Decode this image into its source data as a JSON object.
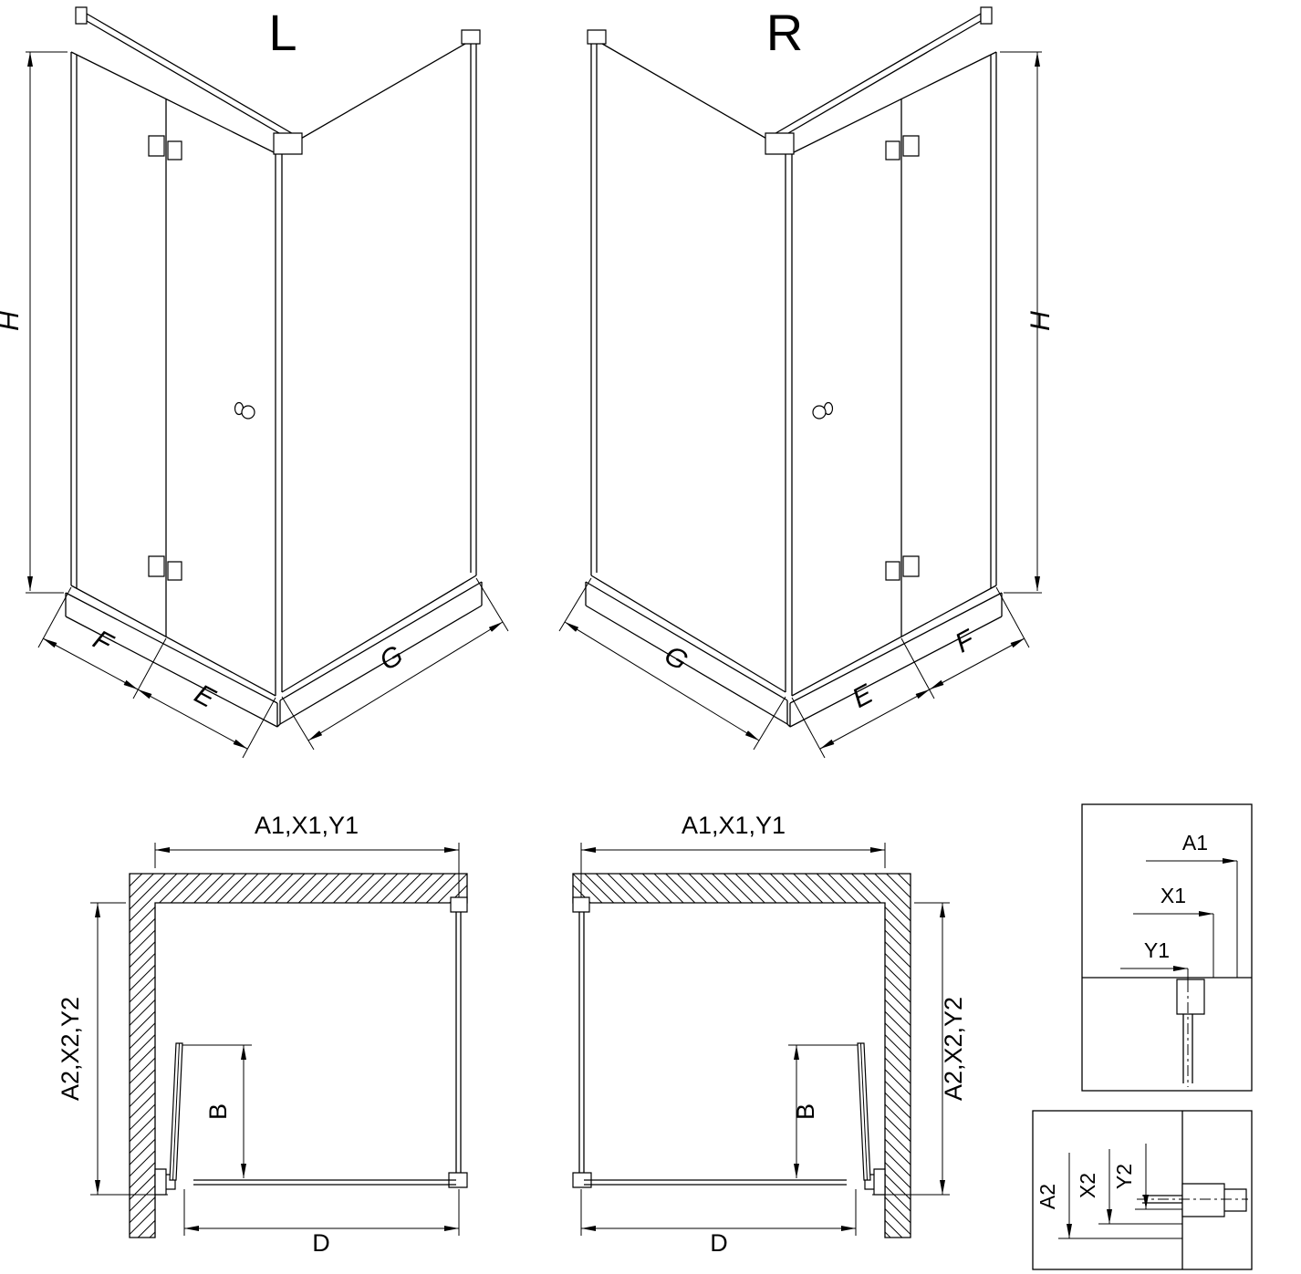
{
  "drawing": {
    "views": {
      "left_3d": {
        "variant": "L",
        "h": "H",
        "f": "F",
        "e": "E",
        "g": "G"
      },
      "right_3d": {
        "variant": "R",
        "h": "H",
        "f": "F",
        "e": "E",
        "g": "G"
      },
      "left_plan": {
        "width": "A1,X1,Y1",
        "depth": "A2,X2,Y2",
        "b": "B",
        "d": "D"
      },
      "right_plan": {
        "width": "A1,X1,Y1",
        "depth": "A2,X2,Y2",
        "b": "B",
        "d": "D"
      },
      "detail_width": {
        "a1": "A1",
        "x1": "X1",
        "y1": "Y1"
      },
      "detail_depth": {
        "a2": "A2",
        "x2": "X2",
        "y2": "Y2"
      }
    },
    "colors": {
      "line": "#000000",
      "background": "#ffffff"
    }
  }
}
